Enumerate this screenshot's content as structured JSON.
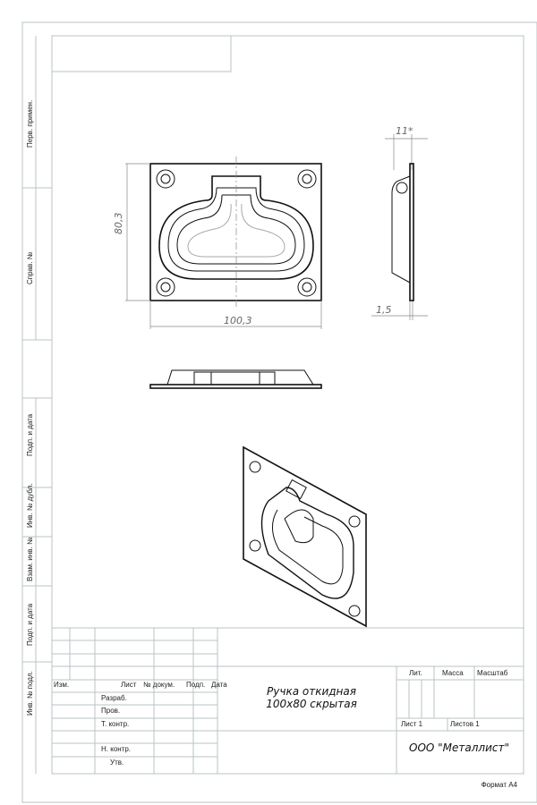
{
  "side_labels": [
    "Перв. примен.",
    "Справ. №",
    "Подп. и дата",
    "Инв. № дубл.",
    "Взам. инв. №",
    "Подп. и дата",
    "Инв. № подл."
  ],
  "dimensions": {
    "height": "80,3",
    "width": "100,3",
    "depth": "11*",
    "thickness": "1,5"
  },
  "title_block": {
    "headers": {
      "izm": "Изм.",
      "list": "Лист",
      "doc": "№ докум.",
      "sign": "Подп.",
      "date": "Дата"
    },
    "roles": [
      "Разраб.",
      "Пров.",
      "Т. контр.",
      "Н. контр.",
      "Утв."
    ],
    "title_line1": "Ручка откидная",
    "title_line2": "100x80 скрытая",
    "lit": "Лит.",
    "mass": "Масса",
    "scale": "Масштаб",
    "sheet": "Лист 1",
    "sheets": "Листов 1",
    "company": "ООО \"Металлист\"",
    "format": "Формат А4"
  }
}
